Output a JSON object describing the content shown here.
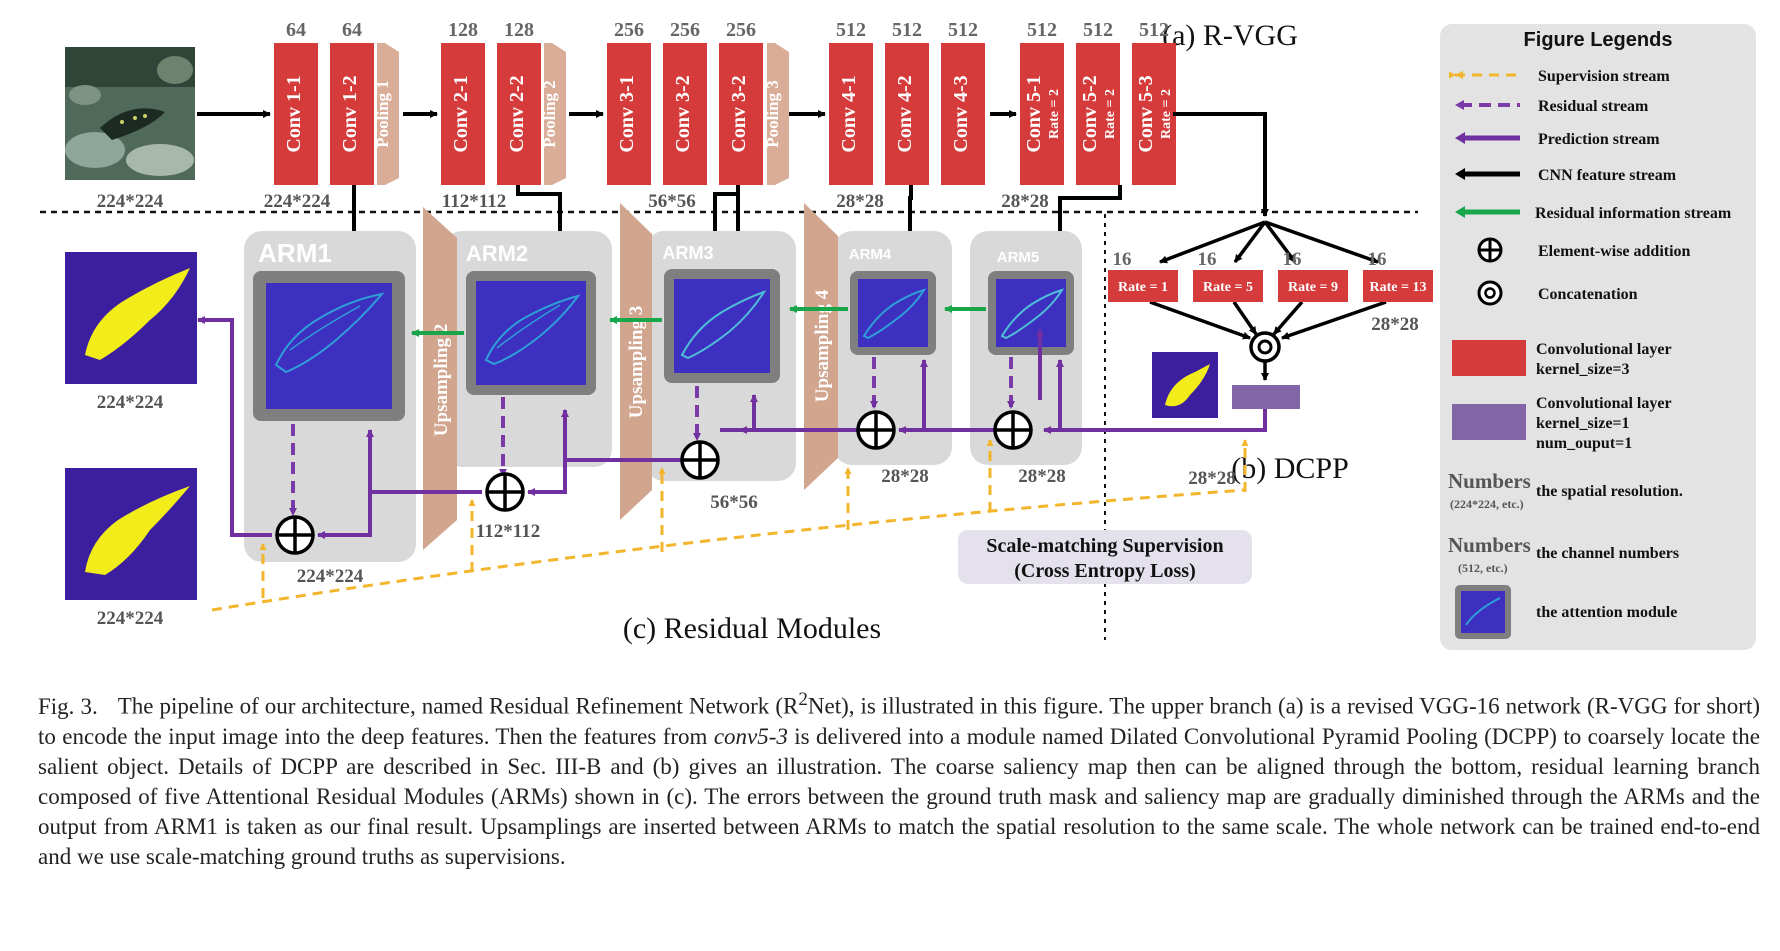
{
  "encoder": {
    "title": "(a) R-VGG",
    "input_resolution": "224*224",
    "blocks": [
      {
        "kind": "conv",
        "label": "Conv 1-1",
        "channels": "64"
      },
      {
        "kind": "conv",
        "label": "Conv 1-2",
        "channels": "64"
      },
      {
        "kind": "pool",
        "label": "Pooling 1"
      },
      {
        "kind": "conv",
        "label": "Conv 2-1",
        "channels": "128"
      },
      {
        "kind": "conv",
        "label": "Conv 2-2",
        "channels": "128"
      },
      {
        "kind": "pool",
        "label": "Pooling 2"
      },
      {
        "kind": "conv",
        "label": "Conv 3-1",
        "channels": "256"
      },
      {
        "kind": "conv",
        "label": "Conv 3-2",
        "channels": "256"
      },
      {
        "kind": "conv",
        "label": "Conv 3-2",
        "channels": "256"
      },
      {
        "kind": "pool",
        "label": "Pooling 3"
      },
      {
        "kind": "conv",
        "label": "Conv 4-1",
        "channels": "512"
      },
      {
        "kind": "conv",
        "label": "Conv 4-2",
        "channels": "512"
      },
      {
        "kind": "conv",
        "label": "Conv 4-3",
        "channels": "512"
      },
      {
        "kind": "conv",
        "label": "Conv 5-1",
        "sub": "Rate = 2",
        "channels": "512"
      },
      {
        "kind": "conv",
        "label": "Conv 5-2",
        "sub": "Rate = 2",
        "channels": "512"
      },
      {
        "kind": "conv",
        "label": "Conv 5-3",
        "sub": "Rate = 2",
        "channels": "512"
      }
    ],
    "stage_resolutions": [
      "224*224",
      "112*112",
      "56*56",
      "28*28",
      "28*28"
    ]
  },
  "dcpp": {
    "title": "(b) DCPP",
    "branches": [
      {
        "label": "Rate = 1",
        "channels": "16"
      },
      {
        "label": "Rate = 5",
        "channels": "16"
      },
      {
        "label": "Rate = 9",
        "channels": "16"
      },
      {
        "label": "Rate = 13",
        "channels": "16"
      }
    ],
    "branch_resolution": "28*28",
    "output_resolution": "28*28"
  },
  "residual": {
    "title": "(c) Residual Modules",
    "modules": [
      "ARM1",
      "ARM2",
      "ARM3",
      "ARM4",
      "ARM5"
    ],
    "upsamplings": [
      "Upsampling 2",
      "Upsampling 3",
      "Upsampling 4"
    ],
    "resolutions": [
      "224*224",
      "112*112",
      "56*56",
      "28*28",
      "28*28"
    ],
    "output_resolution": "224*224",
    "ground_truth_resolution": "224*224",
    "supervision_line1": "Scale-matching Supervision",
    "supervision_line2": "(Cross Entropy Loss)"
  },
  "legend": {
    "title": "Figure Legends",
    "items": [
      "Supervision stream",
      "Residual stream",
      "Prediction stream",
      "CNN feature stream",
      "Residual information stream",
      "Element-wise addition",
      "Concatenation"
    ],
    "conv3_line1": "Convolutional layer",
    "conv3_line2": "kernel_size=3",
    "conv1_line1": "Convolutional layer",
    "conv1_line2": "kernel_size=1",
    "conv1_line3": "num_ouput=1",
    "numbers_word": "Numbers",
    "res_example": "(224*224, etc.)",
    "res_desc": "the spatial resolution.",
    "ch_example": "(512, etc.)",
    "ch_desc": "the channel numbers",
    "attention_desc": "the attention module"
  },
  "colors": {
    "conv": "#d63b3b",
    "pool": "#d9ad97",
    "conv1x1": "#8266a8",
    "arm_bg": "#d9d9d9",
    "attention_fill": "#3d2fbf",
    "saliency_bg": "#3b1f9e",
    "saliency_fg": "#f2ec1a",
    "supervision": "#f3b52c",
    "residual": "#7a3aa8",
    "prediction": "#7030a0",
    "cnn_feature": "#000000",
    "residual_info": "#19a64a",
    "legend_bg": "#e3e3e3"
  },
  "caption": {
    "label": "Fig. 3.",
    "text_1": "The pipeline of our architecture, named Residual Refinement Network (R",
    "sup": "2",
    "text_2": "Net), is illustrated in this figure. The upper branch (a) is a revised VGG-16 network (R-VGG for short) to encode the input image into the deep features. Then the features from ",
    "italic": "conv5-3",
    "text_3": " is delivered into a module named Dilated Convolutional Pyramid Pooling (DCPP) to coarsely locate the salient object. Details of DCPP are described in Sec. III-B and (b) gives an illustration. The coarse saliency map then can be aligned through the bottom, residual learning branch composed of five Attentional Residual Modules (ARMs) shown in (c). The errors between the ground truth mask and saliency map are gradually diminished through the ARMs and the output from ARM1 is taken as our final result. Upsamplings are inserted between ARMs to match the spatial resolution to the same scale. The whole network can be trained end-to-end and we use scale-matching ground truths as supervisions."
  }
}
